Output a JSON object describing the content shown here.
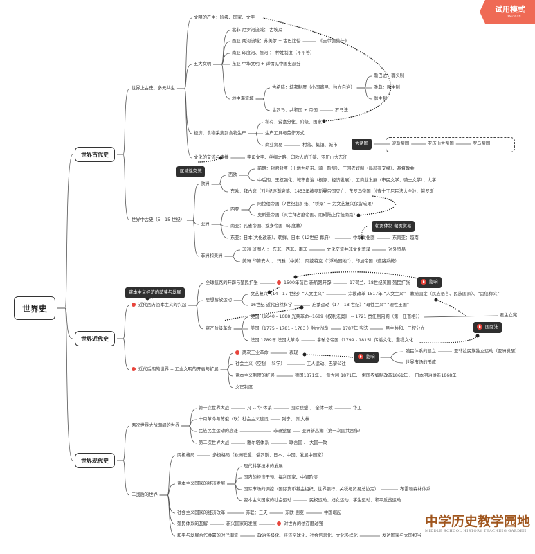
{
  "trial_badge": {
    "title": "试用模式",
    "subtitle": "XMind.CN"
  },
  "root": "世界史",
  "ancient": {
    "title": "世界古代史",
    "early": {
      "title": "世界上古史：多元共生",
      "civ_origin": "文明的产生：阶级、国家、文字",
      "five": "五大文明",
      "n_africa": "北非  尼罗河流域： 古埃及",
      "w_asia": "西亚  两河流域：苏美尔 + 古巴比伦",
      "gilgamesh": "《吉尔伽美什》",
      "s_asia": "南亚  印度河、恒河 ： 种姓制度（不平等）",
      "e_asia": "东亚  中华文明 + 详情见中国史部分",
      "med": "地中海流域",
      "greece": "古希腊：城邦制度（小国寡民、独立自治）",
      "sparta": "斯巴达：寡头制",
      "athens": "雅典：民主制",
      "tyrant": "僭主制",
      "rome": "古罗马：共和国 + 帝国",
      "roman_law": "罗马法",
      "economy": "经济：食物采集到食物生产",
      "private": "私有、贫富分化、阶级、国家",
      "tools": "生产工具与劳作方式",
      "trade": "商业贸易",
      "towns": "村落、集镇、城市",
      "culture": "文化的交流与传播",
      "culture_items": "字母文字、丝绸之路、印欧人的迁徙、亚历山大东征",
      "empire_tag": "大帝国",
      "persia": "波斯帝国",
      "alexander": "亚历山大帝国",
      "roman_empire": "罗马帝国"
    },
    "medieval": {
      "title": "世界中古史（5 - 15 世纪）",
      "regional_tag": "区域性交流",
      "europe": "欧洲",
      "w_europe": "西欧",
      "early": "前期：封君封臣（土地为纽带、骑士阶层）、庄园农奴制（局部有交换）、基督教会",
      "late": "中后期：王权强化、城市自治（根源：经济发展）、工商业发展（市民文学、骑士文学）、大学",
      "e_europe": "东欧：拜占庭（7世纪逐渐衰落、1453年被奥斯曼帝国灭亡、东罗马帝国（《查士丁尼民法大全》）、俄罗斯",
      "asia": "亚洲",
      "w_asia": "西亚",
      "arab": "阿拉伯帝国（7世纪起扩张、“桥梁” + 为文艺复兴保留成果）",
      "ottoman": "奥斯曼帝国（灭亡拜占庭帝国、阻碍陆上传统商路）",
      "s_asia": "南亚：孔雀帝国、笈多帝国（印度教）",
      "e_asia": "东亚：日本(大化改新）、朝鲜、日本（12世纪 幕府）",
      "sinosphere": "中华文化圈",
      "se_asia": "东南亚：越南",
      "tribute_tag": "朝贡体制  朝贡贸易",
      "afr_am": "非洲和美洲",
      "africa": "非洲  班图人 ： 东非、西非、南非",
      "africa_culture": "文化交流并非文化荒漠",
      "africa_trade": "对外贸易",
      "america": "美洲  印第安人  ： 玛雅（中美）、阿兹特克（“浮动园地”）、印加帝国（道路系统）"
    }
  },
  "modern_early": {
    "title": "世界近代史",
    "capital_tag": "资本主义经济的萌芽与发展",
    "rise": "近代西方资本主义的兴起",
    "routes": "全球航路的开辟与殖民扩张",
    "new_route": "1500年前后 新航路开辟",
    "colonial": "17荷兰、18世纪英国 殖民扩张",
    "impact_tag": "影响",
    "thought": "思想解放运动",
    "renaissance": "文艺复兴（14 - 17 世纪）“人文主义”",
    "reformation": "宗教改革 1517年 “人文主义” - 教随国定（民族语言、民族国家）、“因信称义”",
    "science": "16世纪 近代自然科学",
    "enlightenment": "启蒙运动（17 - 18 世纪）“理性主义” “理性王国”",
    "revolution": "资产阶级革命",
    "england": "英国（1640 - 1688 光荣革命--1689《权利法案》 -- 1721 责任制内阁（第一任首相））",
    "const_monarchy": "君主立宪",
    "usa": "美国（1775 - 1781 - 1783 ）独立战争",
    "constitution": "1787年 宪法",
    "republic": "民主共和、三权分立",
    "france": "法国 1789年 法国大革命",
    "napoleon": "拿破仑帝国（1799 - 1815）传播文化、重视文化",
    "intl_law_tag": "国际法",
    "late": "近代后期的世界 -- 工业文明的开启与扩展",
    "industrial": "两次工业革命",
    "manifest": "表现",
    "impact2_tag": "影响",
    "colonial_system": "殖民体系的建立",
    "independence": "亚非拉民族独立运动（亚洲觉醒）",
    "world_market": "世界市场的形成",
    "socialism": "社会主义（空想 -- 科学）",
    "workers": "工人运动、巴黎公社",
    "expansion": "资本主义制度的扩展",
    "expansion_items": "德国1871年 、 意大利 1871年、 俄国农奴制改革1861年 、 日本明治维新1868年",
    "civil_service": "文官制度"
  },
  "contemporary": {
    "title": "世界现代史",
    "interwar": "两次世界大战期间的世界",
    "ww1": "第一次世界大战",
    "versailles": "凡 -- 华 体系",
    "league": "国际联盟 、 全体一致",
    "chinese_labor": "华工",
    "october": "十月革命与苏俄（联）社会主义建设",
    "lenin": "列宁、 斯大林",
    "national": "民族民主运动的高涨",
    "africa_awake": "非洲觉醒",
    "asia_tide": "亚洲新高潮（第一次国共合作）",
    "ww2": "第二次世界大战",
    "yalta": "雅尔塔体系",
    "un": "联合国 、 大国一致",
    "postwar": "二战后的世界",
    "bipolar": "两极格局",
    "multipolar": "多极格局（欧洲联盟、俄罗斯、日本、中国、发展中国家）",
    "cap_econ": "资本主义国家的经济发展",
    "tech": "现代科学技术的发展",
    "intervention": "国内的经济干预、福利国家、中间阶层",
    "intl_market": "国际市场的调控（国际货币基金组织、世界银行、关税与贸易总协定）",
    "bretton": "布雷顿森林体系",
    "social_mov": "资本主义国家的社会运动",
    "movements": "民权运动、妇女运动、学生运动、和平反战运动",
    "soc_reform": "社会主义国家的经济改革",
    "ussr": "苏联：三夫",
    "e_europe": "东欧 剧变",
    "china_rise": "中国崛起",
    "decolon": "殖民体系的瓦解",
    "new_states": "新兴国家的发展",
    "dependence": "对世界的依存度过强",
    "peace": "和平与发展合作共赢的时代潮流",
    "trends": "政治多极化、经济全球化、社会信息化、文化多样化",
    "developed": "发达国家与大国担当"
  },
  "logo": {
    "cn": "中学历史教学园地",
    "en": "MIDDLE SCHOOL HISTORY TEACHING GARDEN"
  }
}
